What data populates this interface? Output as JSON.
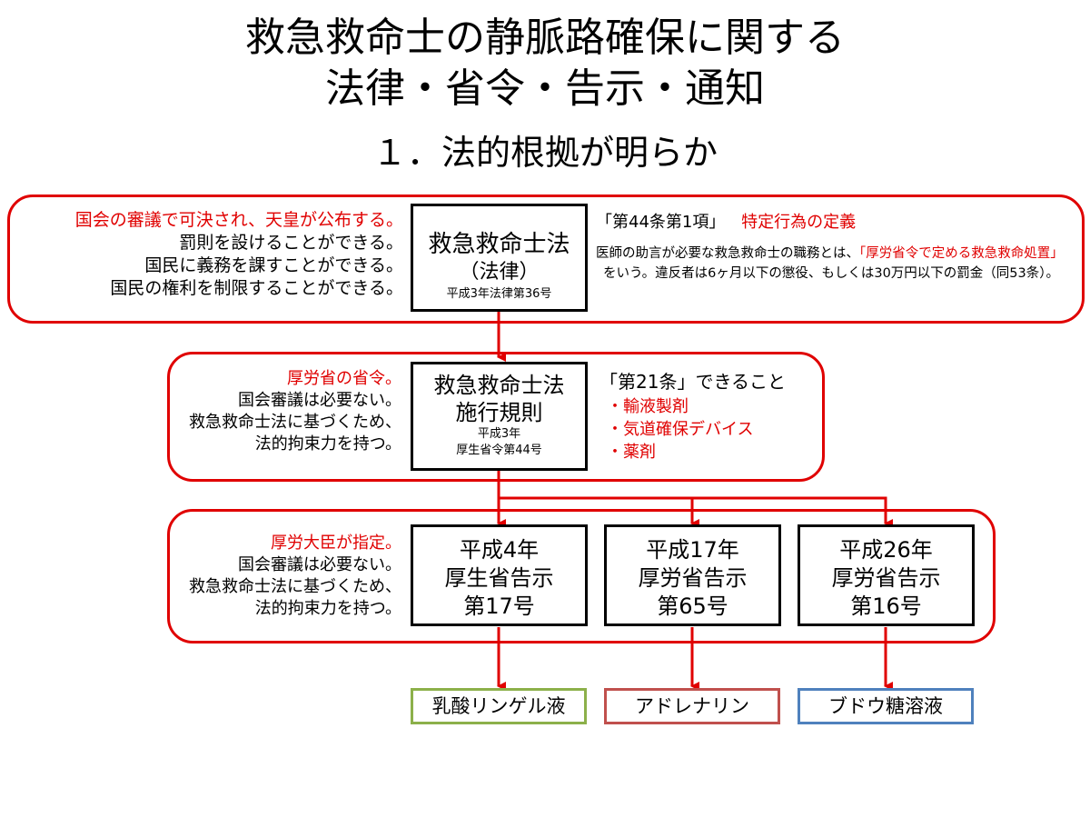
{
  "title": {
    "line1": "救急救命士の静脈路確保に関する",
    "line2": "法律・省令・告示・通知"
  },
  "subtitle": "１．法的根拠が明らか",
  "law_band": {
    "left_text": {
      "line1": "国会の審議で可決され、天皇が公布する。",
      "line2": "罰則を設けることができる。",
      "line3": "国民に義務を課すことができる。",
      "line4": "国民の権利を制限することができる。"
    },
    "box": {
      "title": "救急救命士法",
      "subtitle": "（法律）",
      "ref": "平成3年法律第36号"
    },
    "right_text": {
      "heading": "「第44条第1項」",
      "heading_red": "特定行為の定義",
      "body_part1": "医師の助言が必要な救急救命士の職務とは、",
      "body_red": "「厚労省令で定める救急救命処置」",
      "body_part2": "をいう。違反者は6ヶ月以下の懲役、もしくは30万円以下の罰金（同53条）。"
    }
  },
  "ordinance_band": {
    "left_text": {
      "line1": "厚労省の省令。",
      "line2": "国会審議は必要ない。",
      "line3": "救急救命士法に基づくため、",
      "line4": "法的拘束力を持つ。"
    },
    "box": {
      "title1": "救急救命士法",
      "title2": "施行規則",
      "ref1": "平成3年",
      "ref2": "厚生省令第44号"
    },
    "right_text": {
      "heading": "「第21条」できること",
      "bullets": [
        "輸液製剤",
        "気道確保デバイス",
        "薬剤"
      ]
    }
  },
  "notice_band": {
    "left_text": {
      "line1": "厚労大臣が指定。",
      "line2": "国会審議は必要ない。",
      "line3": "救急救命士法に基づくため、",
      "line4": "法的拘束力を持つ。"
    },
    "boxes": [
      {
        "line1": "平成4年",
        "line2": "厚生省告示",
        "line3": "第17号"
      },
      {
        "line1": "平成17年",
        "line2": "厚労省告示",
        "line3": "第65号"
      },
      {
        "line1": "平成26年",
        "line2": "厚労省告示",
        "line3": "第16号"
      }
    ]
  },
  "leaves": [
    {
      "label": "乳酸リンゲル液",
      "color": "#8cb04a"
    },
    {
      "label": "アドレナリン",
      "color": "#c0504d"
    },
    {
      "label": "ブドウ糖溶液",
      "color": "#4f81bd"
    }
  ],
  "colors": {
    "accent_red": "#e00000",
    "box_border": "#000000"
  }
}
